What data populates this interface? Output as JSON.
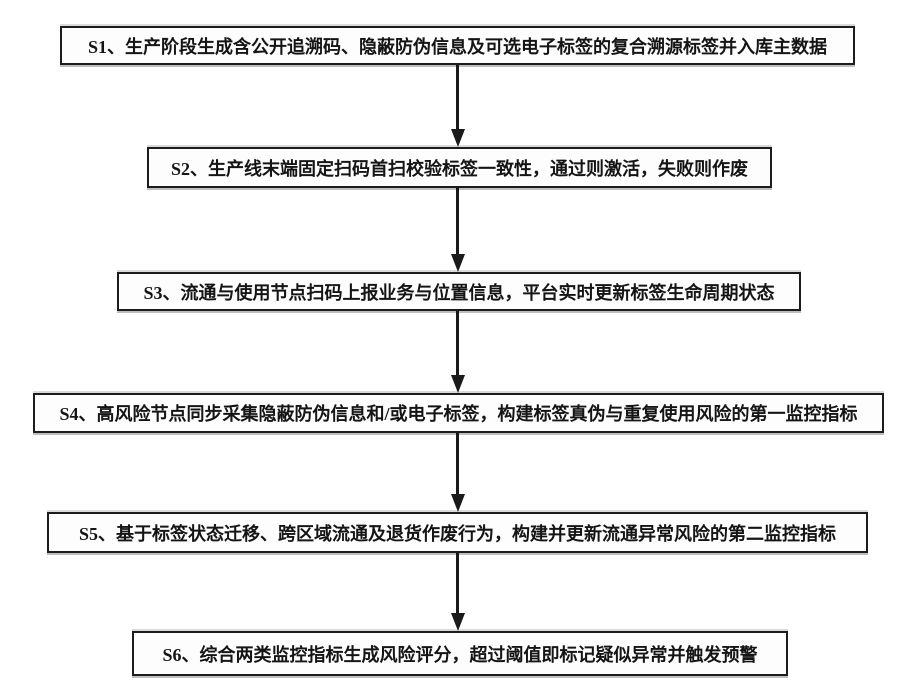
{
  "flowchart": {
    "type": "vertical-step-flow",
    "box_border_color": "#1c1c1c",
    "connector_color": "#1a1a1a",
    "text_color": "#151515",
    "background_color": "#ffffff",
    "steps": [
      {
        "id": "S1",
        "label": "S1、生产阶段生成含公开追溯码、隐蔽防伪信息及可选电子标签的复合溯源标签并入库主数据"
      },
      {
        "id": "S2",
        "label": "S2、生产线末端固定扫码首扫校验标签一致性，通过则激活，失败则作废"
      },
      {
        "id": "S3",
        "label": "S3、流通与使用节点扫码上报业务与位置信息，平台实时更新标签生命周期状态"
      },
      {
        "id": "S4",
        "label": "S4、高风险节点同步采集隐蔽防伪信息和/或电子标签，构建标签真伪与重复使用风险的第一监控指标"
      },
      {
        "id": "S5",
        "label": "S5、基于标签状态迁移、跨区域流通及退货作废行为，构建并更新流通异常风险的第二监控指标"
      },
      {
        "id": "S6",
        "label": "S6、综合两类监控指标生成风险评分，超过阈值即标记疑似异常并触发预警"
      }
    ]
  }
}
